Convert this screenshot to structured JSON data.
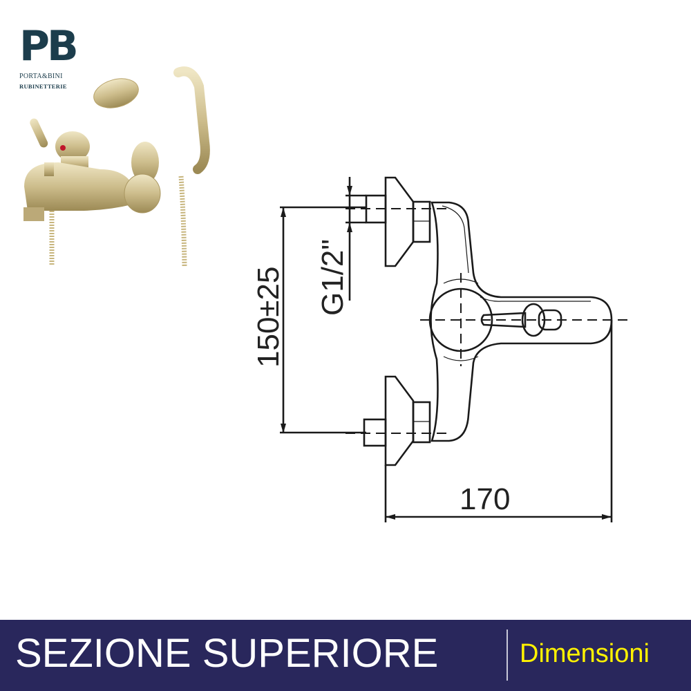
{
  "brand": {
    "logo_mark": "PB",
    "name": "PORTA&BINI",
    "tagline": "RUBINETTERIE"
  },
  "drawing": {
    "dimension_height": "150±25",
    "dimension_thread": "G1/2\"",
    "dimension_width": "170"
  },
  "banner": {
    "title": "SEZIONE SUPERIORE",
    "subtitle": "Dimensioni"
  },
  "colors": {
    "banner_bg": "#29275c",
    "subtitle": "#fff200",
    "logo": "#1c3d4c",
    "product": "#c9b98a"
  }
}
